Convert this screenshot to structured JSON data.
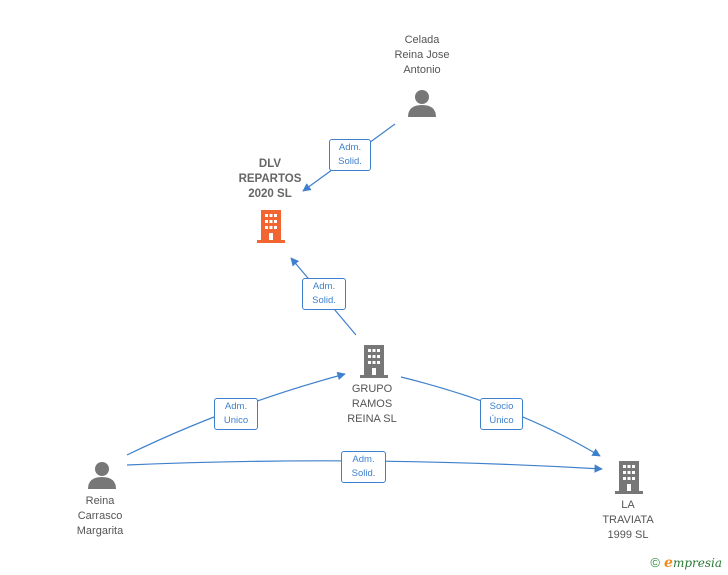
{
  "nodes": {
    "celada": {
      "label": "Celada\nReina Jose\nAntonio",
      "type": "person"
    },
    "dlv": {
      "label": "DLV\nREPARTOS\n2020  SL",
      "type": "company-main"
    },
    "grupo": {
      "label": "GRUPO\nRAMOS\nREINA  SL",
      "type": "company"
    },
    "reina": {
      "label": "Reina\nCarrasco\nMargarita",
      "type": "person"
    },
    "traviata": {
      "label": "LA\nTRAVIATA\n1999  SL",
      "type": "company"
    }
  },
  "edges": {
    "celada_dlv": "Adm.\nSolid.",
    "grupo_dlv": "Adm.\nSolid.",
    "reina_grupo": "Adm.\nUnico",
    "grupo_traviata": "Socio\nÚnico",
    "reina_traviata": "Adm.\nSolid."
  },
  "colors": {
    "edge": "#3e80cc",
    "person_icon": "#777777",
    "company_icon": "#777777",
    "company_main_icon": "#f26430"
  },
  "footer": {
    "copyright": "©",
    "brand_first": "e",
    "brand_rest": "mpresia"
  }
}
